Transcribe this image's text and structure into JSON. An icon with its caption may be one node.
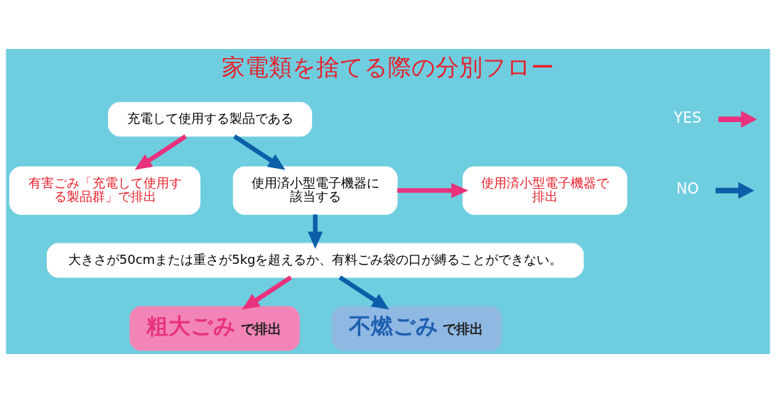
{
  "diagram": {
    "title": "家電類を捨てる際の分別フロー",
    "nodes": [
      {
        "text": [
          "充電して使用する製品である"
        ]
      },
      {
        "text": [
          "有害ごみ「充電して使用する製品群」で排出"
        ]
      },
      {
        "text": [
          "使用済小型電子機器に該当する"
        ]
      },
      {
        "text": [
          "使用済小型電子機器で排出"
        ]
      },
      {
        "text": [
          "大きさが50cmまたは重さが5kgを超えるか、有料ごみ袋の口が縛ることができない。"
        ]
      },
      {
        "text": [
          "粗大ごみ",
          "で排出"
        ]
      },
      {
        "text": [
          "不燃ごみ",
          "で排出"
        ]
      }
    ],
    "edges": [
      {
        "from": 0,
        "to": 1,
        "arrow": "to",
        "color": "#e8327c"
      },
      {
        "from": 0,
        "to": 2,
        "arrow": "to",
        "color": "#0a5fa8"
      },
      {
        "from": 2,
        "to": 3,
        "arrow": "to",
        "color": "#e8327c"
      },
      {
        "from": 2,
        "to": 4,
        "arrow": "to",
        "color": "#0a5fa8"
      },
      {
        "from": 4,
        "to": 5,
        "arrow": "to",
        "color": "#e8327c"
      },
      {
        "from": 4,
        "to": 6,
        "arrow": "to",
        "color": "#0a5fa8"
      }
    ],
    "legend": [
      {
        "text": "YES",
        "color": "#e8327c"
      },
      {
        "text": "NO",
        "color": "#0a5fa8"
      }
    ]
  }
}
